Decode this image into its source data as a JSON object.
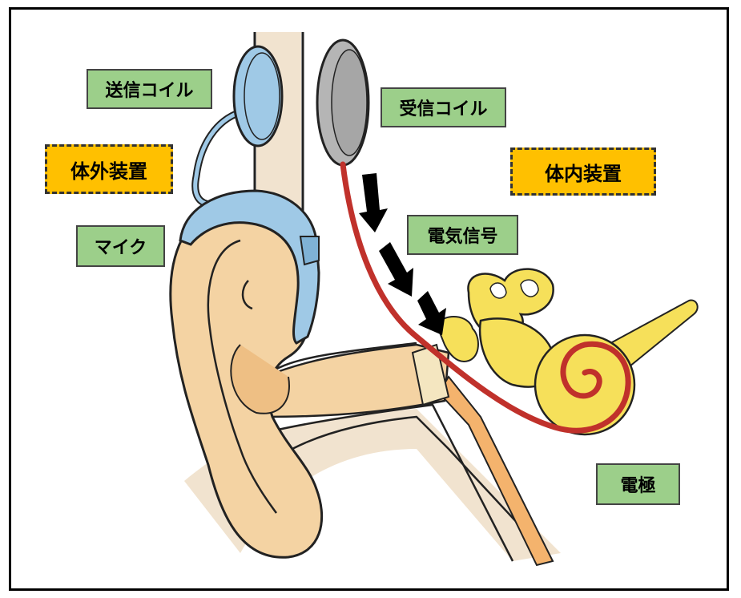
{
  "labels": {
    "transmit_coil": "送信コイル",
    "external_device": "体外装置",
    "microphone": "マイク",
    "receive_coil": "受信コイル",
    "internal_device": "体内装置",
    "electric_signal": "電気信号",
    "electrode": "電極"
  },
  "colors": {
    "skin": "#f4d3a3",
    "skin_dark": "#eebf84",
    "device_blue": "#9fc9e6",
    "coil_gray": "#a6a6a6",
    "cochlea_yellow": "#f6e05a",
    "electrode_red": "#c0312b",
    "label_green": "#9ccf8a",
    "label_orange": "#ffc000",
    "arrow": "#000000"
  }
}
